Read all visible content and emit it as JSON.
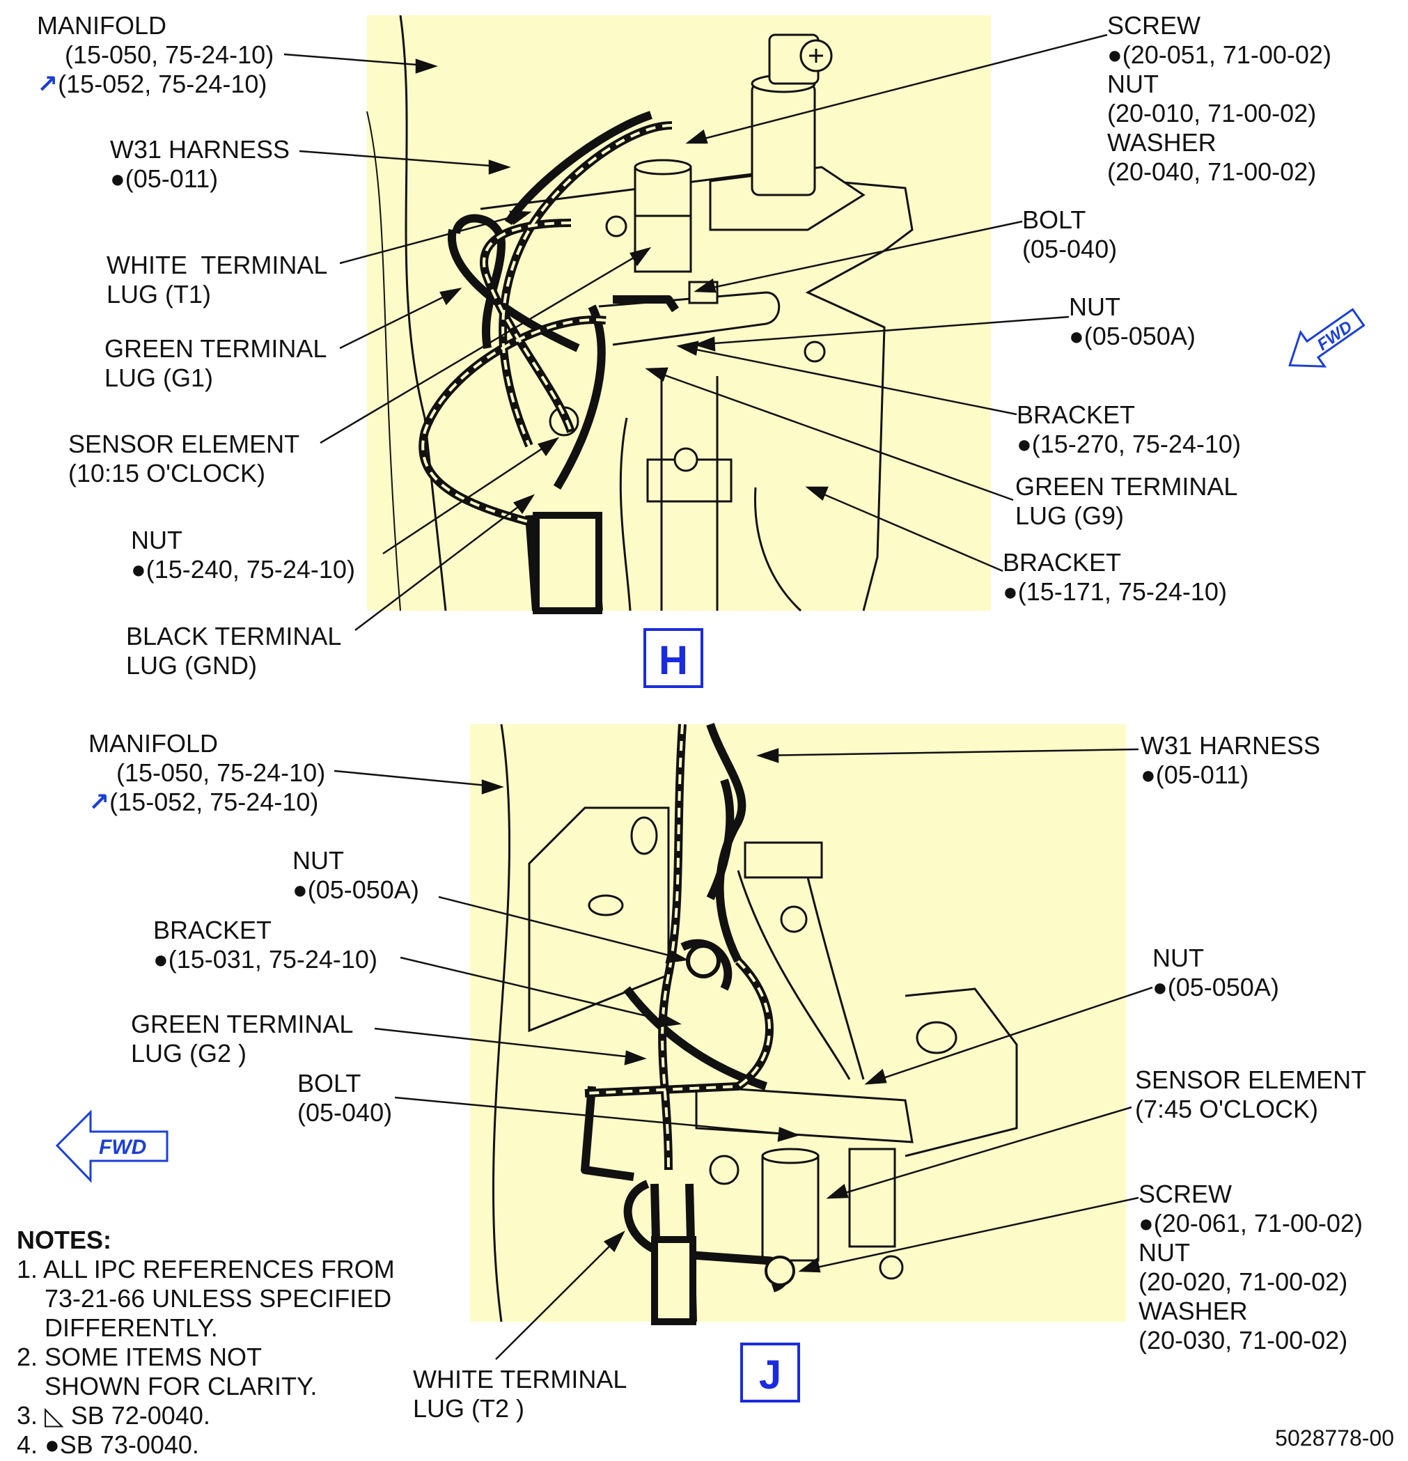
{
  "view_h": {
    "tag": "H",
    "fwd": "FWD",
    "labels": {
      "manifold": [
        "MANIFOLD",
        "(15-050, 75-24-10)",
        "(15-052, 75-24-10)"
      ],
      "w31": [
        "W31 HARNESS",
        "●(05-011)"
      ],
      "white_t1": [
        "WHITE  TERMINAL",
        "LUG (T1)"
      ],
      "green_g1": [
        "GREEN TERMINAL",
        "LUG (G1)"
      ],
      "sensor": [
        "SENSOR ELEMENT",
        "(10:15 O'CLOCK)"
      ],
      "nut_15240": [
        "NUT",
        "●(15-240, 75-24-10)"
      ],
      "black_gnd": [
        "BLACK TERMINAL",
        "LUG (GND)"
      ],
      "screw": [
        "SCREW",
        "●(20-051, 71-00-02)",
        "NUT",
        "(20-010, 71-00-02)",
        "WASHER",
        "(20-040, 71-00-02)"
      ],
      "bolt": [
        "BOLT",
        "(05-040)"
      ],
      "nut_050a": [
        "NUT",
        "●(05-050A)"
      ],
      "bracket_15270": [
        "BRACKET",
        "●(15-270, 75-24-10)"
      ],
      "green_g9": [
        "GREEN TERMINAL",
        "LUG (G9)"
      ],
      "bracket_15171": [
        "BRACKET",
        "●(15-171, 75-24-10)"
      ]
    }
  },
  "view_j": {
    "tag": "J",
    "fwd": "FWD",
    "labels": {
      "manifold": [
        "MANIFOLD",
        "(15-050, 75-24-10)",
        "(15-052, 75-24-10)"
      ],
      "nut_a": [
        "NUT",
        "●(05-050A)"
      ],
      "bracket": [
        "BRACKET",
        "●(15-031, 75-24-10)"
      ],
      "green_g2": [
        "GREEN TERMINAL",
        "LUG (G2 )"
      ],
      "bolt": [
        "BOLT",
        "(05-040)"
      ],
      "white_t2": [
        "WHITE TERMINAL",
        "LUG (T2 )"
      ],
      "w31": [
        "W31 HARNESS",
        "●(05-011)"
      ],
      "nut_b": [
        "NUT",
        "●(05-050A)"
      ],
      "sensor": [
        "SENSOR ELEMENT",
        "(7:45 O'CLOCK)"
      ],
      "screw": [
        "SCREW",
        "●(20-061, 71-00-02)",
        "NUT",
        "(20-020, 71-00-02)",
        "WASHER",
        "(20-030, 71-00-02)"
      ]
    }
  },
  "notes": {
    "heading": "NOTES:",
    "items": [
      [
        "1. ALL IPC REFERENCES FROM",
        "73-21-66 UNLESS SPECIFIED",
        "DIFFERENTLY."
      ],
      [
        "2. SOME ITEMS NOT",
        "SHOWN FOR CLARITY."
      ],
      [
        "3. ◺ SB 72-0040."
      ],
      [
        "4. ●SB 73-0040."
      ]
    ]
  },
  "document_number": "5028778-00",
  "colors": {
    "panel": "#fdfcc8",
    "accent": "#1a3fd6",
    "line": "#111111"
  }
}
